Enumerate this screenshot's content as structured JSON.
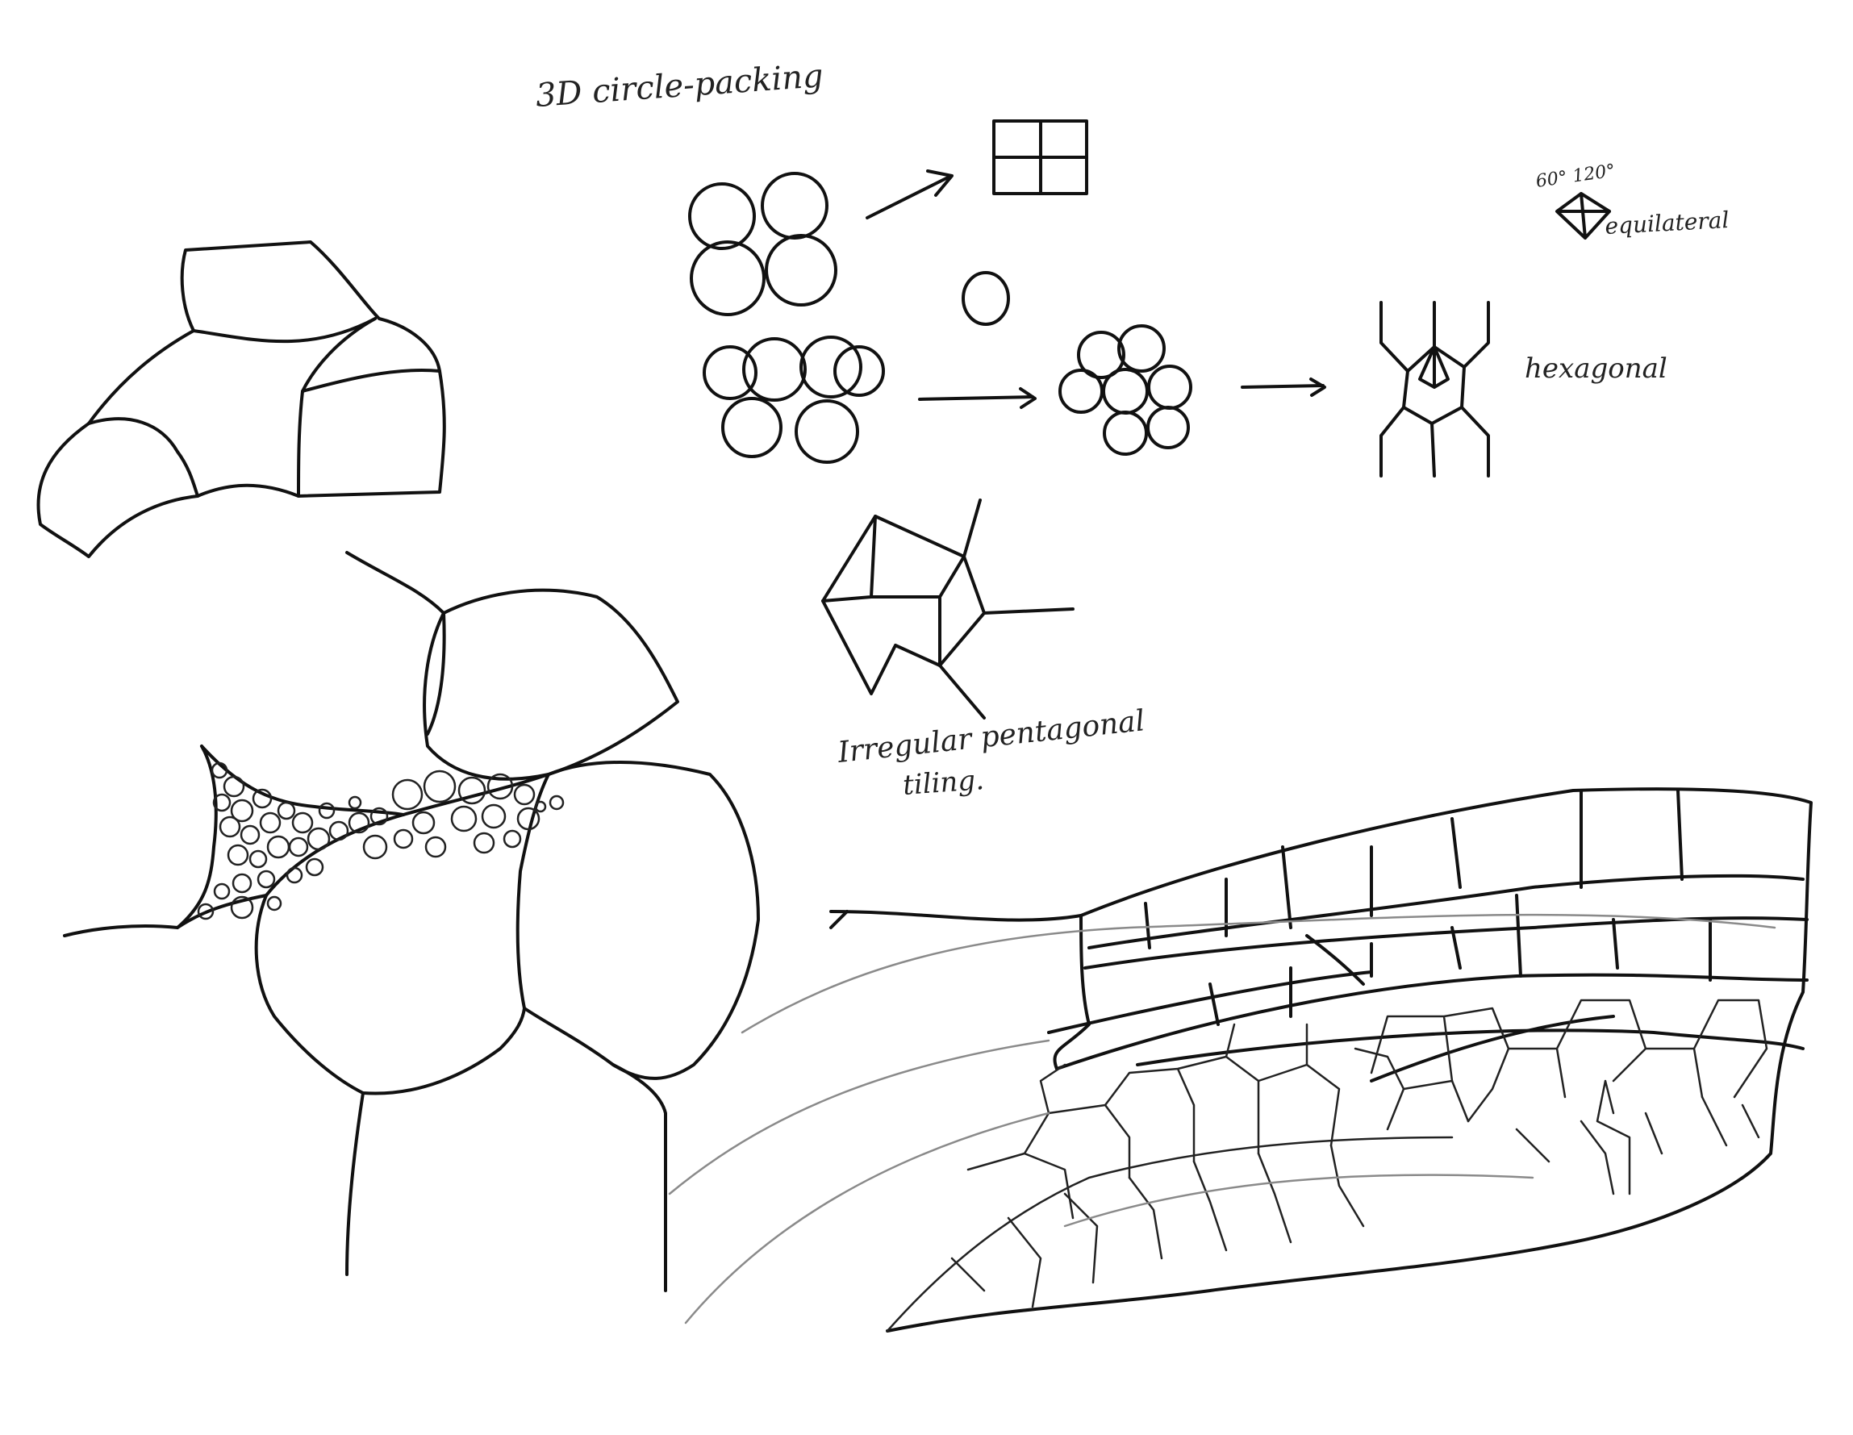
{
  "annotations": {
    "heading": "3D circle-packing",
    "angles": "60° 120°",
    "equilateral": "equilateral",
    "hexagonal": "hexagonal",
    "pentagonal_line1": "Irregular pentagonal",
    "pentagonal_line2": "tiling."
  },
  "colors": {
    "ink": "#111111",
    "paper": "#ffffff",
    "faint_ink": "#8a8a8a"
  }
}
